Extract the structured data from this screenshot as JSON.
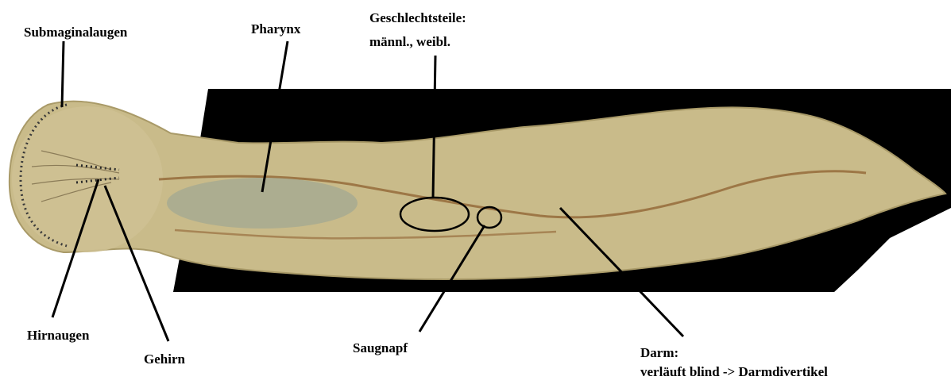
{
  "labels": {
    "submarginal": "Submaginalaugen",
    "pharynx": "Pharynx",
    "geschlecht_line1": "Geschlechtsteile:",
    "geschlecht_line2": "männl., weibl.",
    "hirnaugen": "Hirnaugen",
    "gehirn": "Gehirn",
    "saugnapf": "Saugnapf",
    "darm_line1": "Darm:",
    "darm_line2": "verläuft blind -> Darmdivertikel"
  },
  "colors": {
    "background": "#ffffff",
    "specimen_backdrop": "#000000",
    "body_fill": "#c9bb8a",
    "body_edge": "#a99a68",
    "gut_line": "#8a5a2a",
    "pharynx_fill": "#a9ac90",
    "eye_dots": "#3a3a3a",
    "annotation": "#000000"
  }
}
